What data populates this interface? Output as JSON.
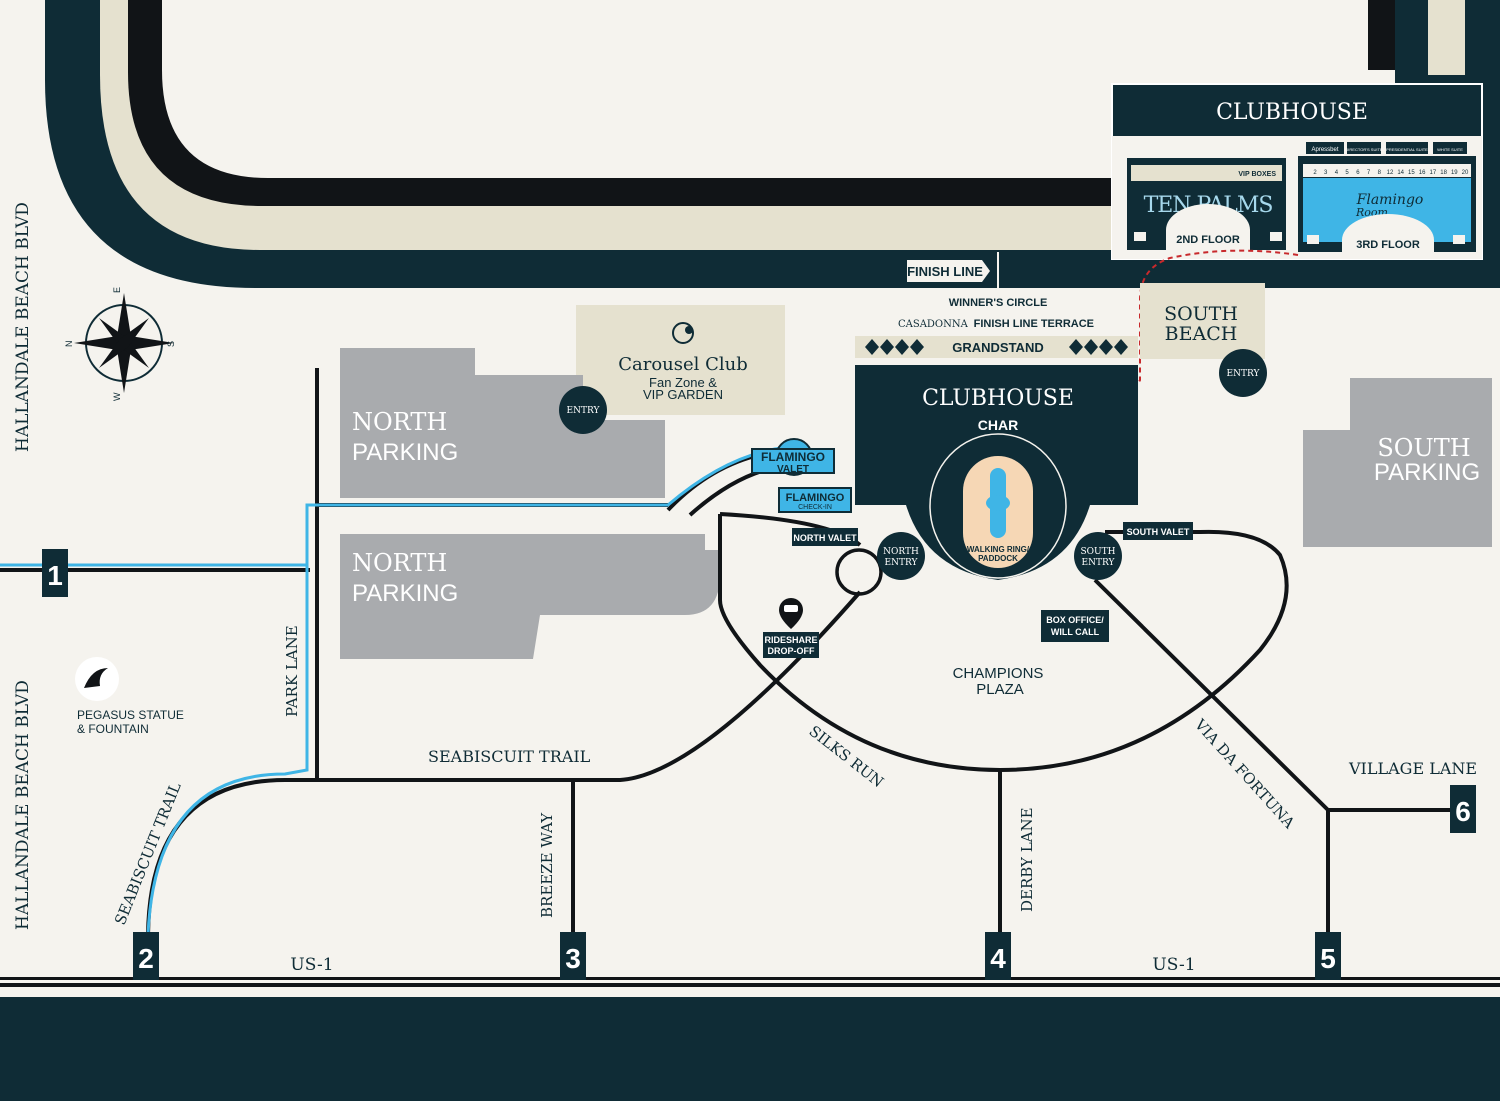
{
  "colors": {
    "navy": "#0f2c36",
    "cream": "#f5f3ee",
    "beige": "#e5e1cf",
    "gray": "#a9abae",
    "blue": "#3fb5e6",
    "red": "#c8292c",
    "peach": "#f6d7b5"
  },
  "clubhouse_inset": {
    "title": "CLUBHOUSE",
    "second_floor": {
      "label": "2ND FLOOR",
      "vip_boxes": "VIP BOXES",
      "venue": "TEN PALMS"
    },
    "third_floor": {
      "label": "3RD FLOOR",
      "sections": [
        "Apressbet",
        "DIRECTOR'S SUITE",
        "PRESIDENTIAL SUITE",
        "WHITE SUITE"
      ],
      "numbers": [
        "2",
        "3",
        "4",
        "5",
        "6",
        "7",
        "8",
        "12",
        "14",
        "15",
        "16",
        "17",
        "18",
        "19",
        "20"
      ],
      "venue_line1": "Flamingo",
      "venue_line2": "Room"
    }
  },
  "finish_line": "FINISH LINE",
  "venues": {
    "winners_circle": "WINNER'S CIRCLE",
    "casadonna_prefix": "CASADONNA",
    "casadonna_suffix": "FINISH LINE TERRACE",
    "grandstand": "GRANDSTAND",
    "clubhouse": "CLUBHOUSE",
    "char": "CHAR",
    "walking_ring": "WALKING RING/",
    "paddock": "PADDOCK",
    "south_beach_1": "SOUTH",
    "south_beach_2": "BEACH",
    "carousel_club": "Carousel Club",
    "fan_zone": "Fan Zone &",
    "vip_garden": "VIP GARDEN",
    "champions_1": "CHAMPIONS",
    "champions_2": "PLAZA",
    "pegasus_1": "PEGASUS STATUE",
    "pegasus_2": "& FOUNTAIN",
    "box_office_1": "BOX OFFICE/",
    "box_office_2": "WILL CALL"
  },
  "entries": {
    "entry": "ENTRY",
    "north_entry_1": "NORTH",
    "north_entry_2": "ENTRY",
    "south_entry_1": "SOUTH",
    "south_entry_2": "ENTRY"
  },
  "parking": {
    "north_1": "NORTH",
    "north_2": "PARKING",
    "south_1": "SOUTH",
    "south_2": "PARKING"
  },
  "valet": {
    "flamingo_valet_1": "FLAMINGO",
    "flamingo_valet_2": "VALET",
    "flamingo_checkin_1": "FLAMINGO",
    "flamingo_checkin_2": "CHECK-IN",
    "north_valet": "NORTH VALET",
    "south_valet": "SOUTH VALET",
    "rideshare_1": "RIDESHARE",
    "rideshare_2": "DROP-OFF"
  },
  "streets": {
    "hallandale": "HALLANDALE BEACH BLVD",
    "park_lane": "PARK LANE",
    "seabiscuit": "SEABISCUIT TRAIL",
    "breeze_way": "BREEZE WAY",
    "silks_run": "SILKS RUN",
    "derby_lane": "DERBY LANE",
    "via_da_fortuna": "VIA DA FORTUNA",
    "village_lane": "VILLAGE LANE",
    "us1": "US-1"
  },
  "gates": [
    "1",
    "2",
    "3",
    "4",
    "5",
    "6"
  ],
  "compass": {
    "n": "N",
    "e": "E",
    "s": "S",
    "w": "W"
  }
}
